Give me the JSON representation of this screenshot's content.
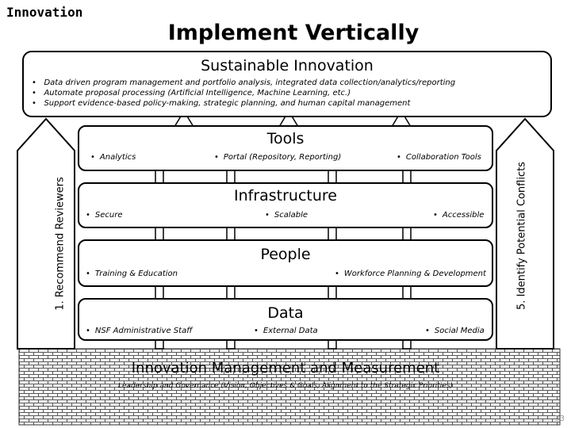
{
  "section_label": "Innovation",
  "title": "Implement Vertically",
  "sustainable": {
    "title": "Sustainable Innovation",
    "bullets": [
      "Data driven program management and portfolio analysis, integrated data collection/analytics/reporting",
      "Automate proposal processing (Artificial Intelligence, Machine Learning, etc.)",
      "Support evidence-based policy-making, strategic planning, and human capital management"
    ]
  },
  "layers": {
    "tools": {
      "title": "Tools",
      "items": [
        "Analytics",
        "Portal (Repository, Reporting)",
        "Collaboration Tools"
      ]
    },
    "infrastructure": {
      "title": "Infrastructure",
      "items": [
        "Secure",
        "Scalable",
        "Accessible"
      ]
    },
    "people": {
      "title": "People",
      "items": [
        "Training & Education",
        "Workforce Planning & Development"
      ]
    },
    "data": {
      "title": "Data",
      "items": [
        "NSF Administrative Staff",
        "External Data",
        "Social Media"
      ]
    }
  },
  "left_arrow_label": "1. Recommend Reviewers",
  "right_arrow_label": "5. Identify Potential Conflicts",
  "foundation": {
    "title": "Innovation Management and Measurement",
    "subtitle": "Leadership and Governance (Vision, Objectives & Goals, Alignment to the Strategic Priorities)"
  },
  "page_number": "33"
}
